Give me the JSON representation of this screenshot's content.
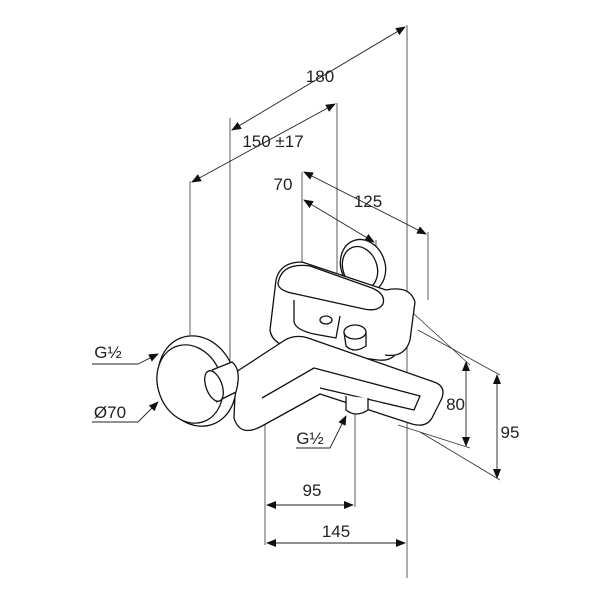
{
  "drawing": {
    "subject": "bath mixer dimension drawing",
    "dimensions": {
      "d180": "180",
      "d150": "150 ±17",
      "d70": "70",
      "d125": "125",
      "d80": "80",
      "d95_right": "95",
      "d95_bottom": "95",
      "d145": "145"
    },
    "callouts": {
      "g_left": "G½",
      "dia70": "Ø70",
      "g_spout": "G½"
    },
    "colors": {
      "line": "#111111",
      "background": "#ffffff"
    }
  }
}
